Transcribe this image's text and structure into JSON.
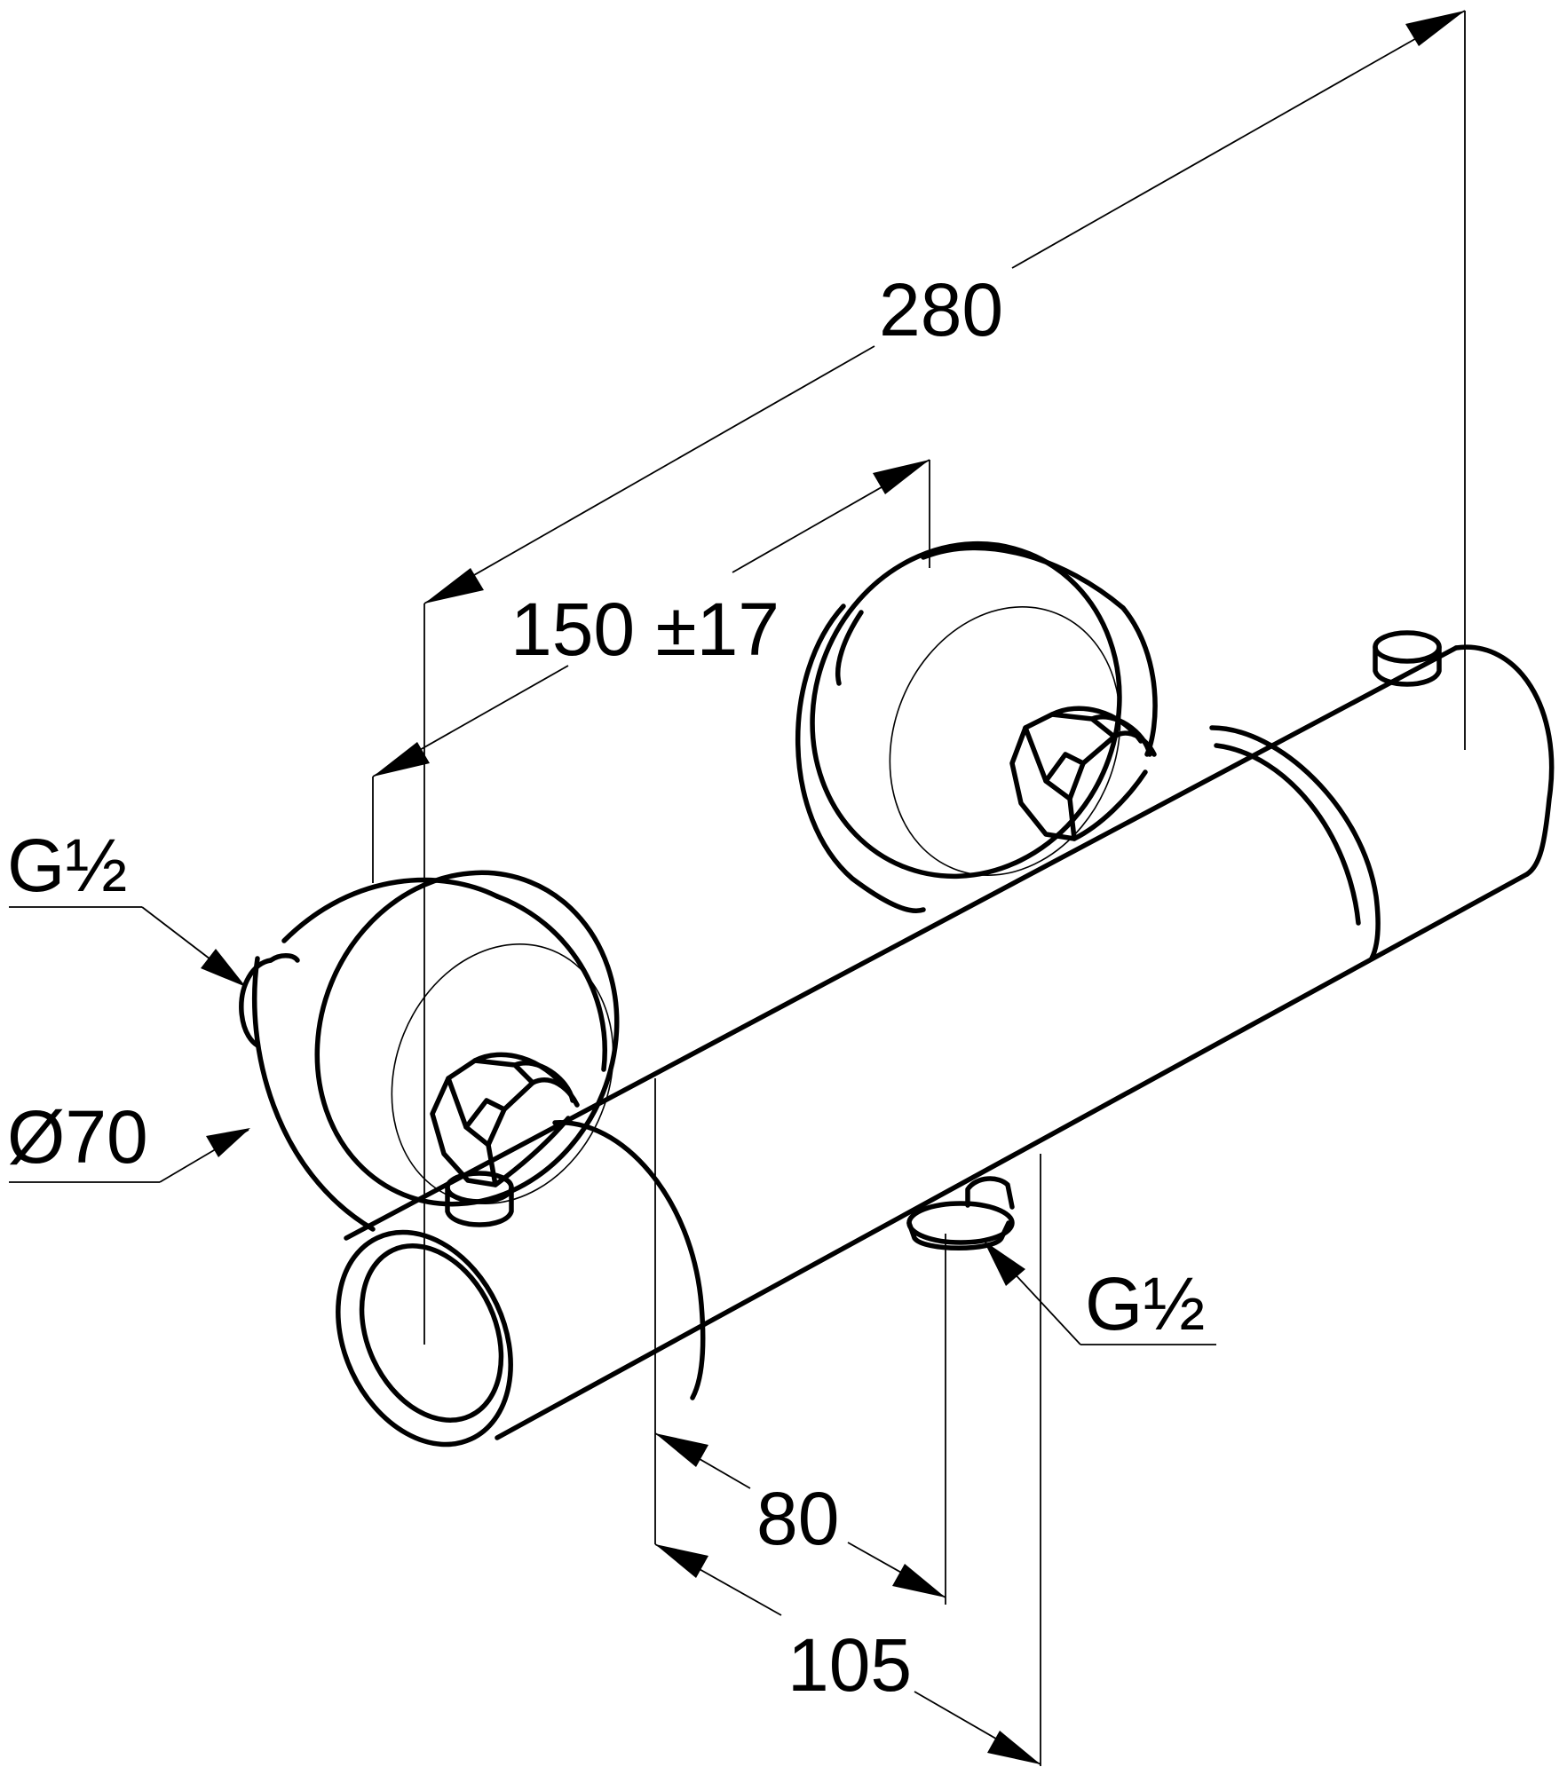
{
  "drawing": {
    "subject": "Thermostatic shower mixer, dimension drawing",
    "units": "mm",
    "dimensions": {
      "overall_length": "280",
      "connection_spacing": "150 ±17",
      "wall_to_body_axis": "80",
      "wall_to_outlet": "105",
      "escutcheon_diameter": "Ø70",
      "inlet_thread": "G½",
      "outlet_thread": "G½"
    },
    "colors": {
      "line": "#000000",
      "background": "#ffffff"
    }
  }
}
